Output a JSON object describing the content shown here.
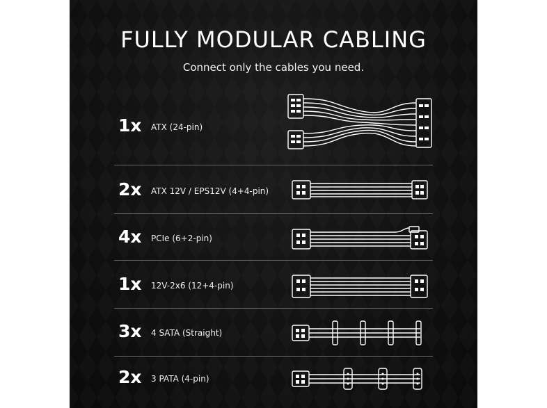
{
  "header": {
    "title": "FULLY MODULAR CABLING",
    "subtitle": "Connect only the cables you need."
  },
  "cables": [
    {
      "qty": "1x",
      "label": "ATX (24-pin)",
      "icon": "atx-24pin-cable-icon"
    },
    {
      "qty": "2x",
      "label": "ATX 12V / EPS12V (4+4-pin)",
      "icon": "eps-cable-icon"
    },
    {
      "qty": "4x",
      "label": "PCIe (6+2-pin)",
      "icon": "pcie-cable-icon"
    },
    {
      "qty": "1x",
      "label": "12V-2x6 (12+4-pin)",
      "icon": "12v-2x6-cable-icon"
    },
    {
      "qty": "3x",
      "label": "4 SATA (Straight)",
      "icon": "sata-cable-icon"
    },
    {
      "qty": "2x",
      "label": "3 PATA (4-pin)",
      "icon": "pata-cable-icon"
    }
  ],
  "colors": {
    "background": "#111111",
    "text": "#ffffff",
    "divider": "#6a6a6a"
  }
}
